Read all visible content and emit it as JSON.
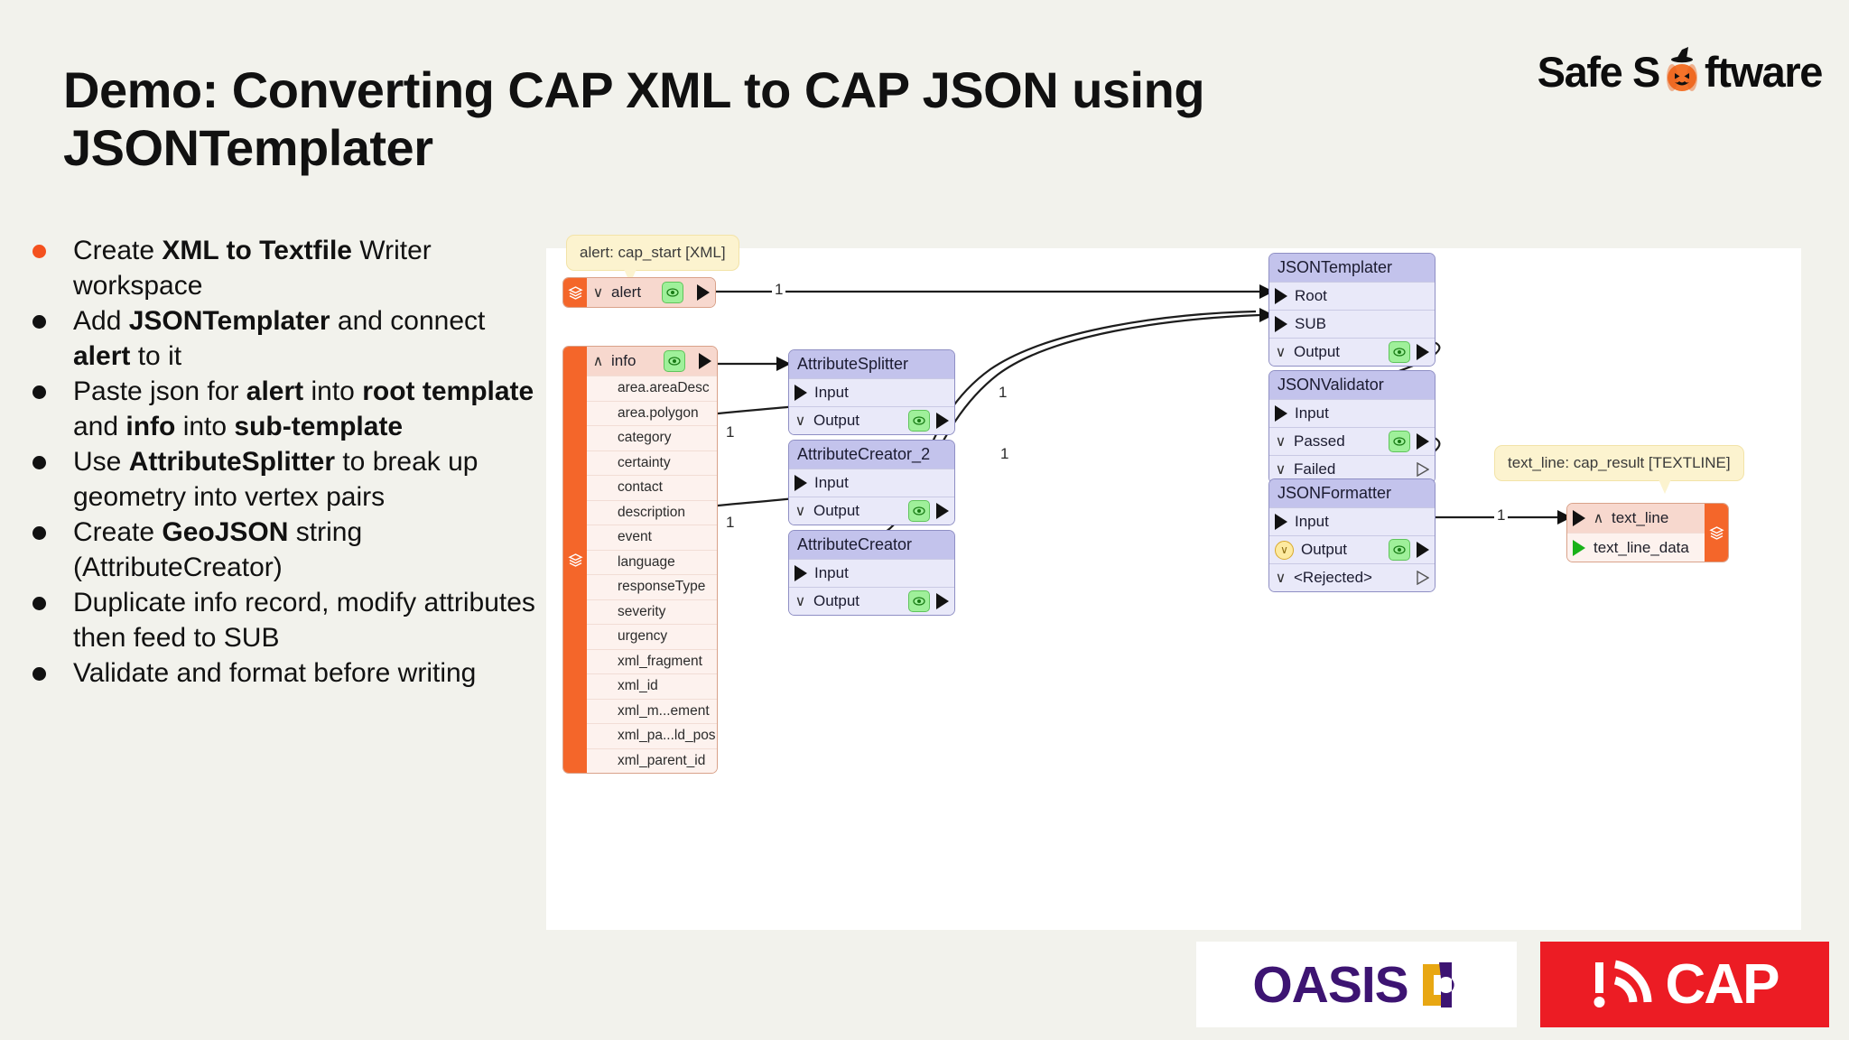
{
  "slide": {
    "title": "Demo: Converting CAP XML to CAP JSON using JSONTemplater",
    "background_color": "#f2f2ec",
    "accent_color": "#f4511e"
  },
  "brand": {
    "text_before": "Safe S",
    "text_after": "ftware",
    "icon": "pumpkin-witch-hat-icon",
    "pumpkin_color": "#f4732a",
    "hat_color": "#111111"
  },
  "bullets": [
    {
      "dot": "accent",
      "segments": [
        {
          "t": "Create ",
          "b": false
        },
        {
          "t": "XML to Textfile",
          "b": true
        },
        {
          "t": " Writer workspace",
          "b": false
        }
      ]
    },
    {
      "dot": "plain",
      "segments": [
        {
          "t": "Add ",
          "b": false
        },
        {
          "t": "JSONTemplater",
          "b": true
        },
        {
          "t": " and connect ",
          "b": false
        },
        {
          "t": "alert",
          "b": true
        },
        {
          "t": " to it",
          "b": false
        }
      ]
    },
    {
      "dot": "plain",
      "segments": [
        {
          "t": "Paste json for ",
          "b": false
        },
        {
          "t": "alert",
          "b": true
        },
        {
          "t": " into ",
          "b": false
        },
        {
          "t": "root template",
          "b": true
        },
        {
          "t": " and ",
          "b": false
        },
        {
          "t": "info",
          "b": true
        },
        {
          "t": " into ",
          "b": false
        },
        {
          "t": "sub-template",
          "b": true
        }
      ]
    },
    {
      "dot": "plain",
      "segments": [
        {
          "t": "Use ",
          "b": false
        },
        {
          "t": "AttributeSplitter",
          "b": true
        },
        {
          "t": " to break up geometry into vertex pairs",
          "b": false
        }
      ]
    },
    {
      "dot": "plain",
      "segments": [
        {
          "t": "Create ",
          "b": false
        },
        {
          "t": "GeoJSON",
          "b": true
        },
        {
          "t": " string (AttributeCreator)",
          "b": false
        }
      ]
    },
    {
      "dot": "plain",
      "segments": [
        {
          "t": "Duplicate info record, modify attributes then feed to SUB",
          "b": false
        }
      ]
    },
    {
      "dot": "plain",
      "segments": [
        {
          "t": "Validate and format before writing",
          "b": false
        }
      ]
    }
  ],
  "diagram": {
    "annotations": {
      "reader": "alert: cap_start [XML]",
      "writer": "text_line: cap_result [TEXTLINE]"
    },
    "reader_alert": {
      "name": "alert",
      "collapse_icon": "chevron-down-icon",
      "inspect_icon": "eye-icon",
      "port_icon": "output-arrow-icon"
    },
    "reader_info": {
      "name": "info",
      "collapse_icon": "chevron-up-icon",
      "inspect_icon": "eye-icon",
      "attributes": [
        "area.areaDesc",
        "area.polygon",
        "category",
        "certainty",
        "contact",
        "description",
        "event",
        "language",
        "responseType",
        "severity",
        "urgency",
        "xml_fragment",
        "xml_id",
        "xml_m...ement",
        "xml_pa...ld_pos",
        "xml_parent_id"
      ]
    },
    "transformers": [
      {
        "id": "attribute-splitter",
        "title": "AttributeSplitter",
        "ports": [
          {
            "name": "Input",
            "dir": "in",
            "icon": "solid-arrow"
          },
          {
            "name": "Output",
            "dir": "out",
            "icon": "solid-arrow",
            "eye": true
          }
        ]
      },
      {
        "id": "attribute-creator-2",
        "title": "AttributeCreator_2",
        "ports": [
          {
            "name": "Input",
            "dir": "in",
            "icon": "solid-arrow"
          },
          {
            "name": "Output",
            "dir": "out",
            "icon": "solid-arrow",
            "eye": true
          }
        ]
      },
      {
        "id": "attribute-creator",
        "title": "AttributeCreator",
        "ports": [
          {
            "name": "Input",
            "dir": "in",
            "icon": "solid-arrow"
          },
          {
            "name": "Output",
            "dir": "out",
            "icon": "solid-arrow",
            "eye": true
          }
        ]
      },
      {
        "id": "json-templater",
        "title": "JSONTemplater",
        "ports": [
          {
            "name": "Root",
            "dir": "in",
            "icon": "solid-arrow"
          },
          {
            "name": "SUB",
            "dir": "in",
            "icon": "solid-arrow"
          },
          {
            "name": "Output",
            "dir": "out",
            "icon": "solid-arrow",
            "eye": true
          }
        ]
      },
      {
        "id": "json-validator",
        "title": "JSONValidator",
        "ports": [
          {
            "name": "Input",
            "dir": "in",
            "icon": "solid-arrow"
          },
          {
            "name": "Passed",
            "dir": "out",
            "icon": "solid-arrow",
            "eye": true
          },
          {
            "name": "Failed",
            "dir": "out",
            "icon": "hollow-arrow"
          }
        ]
      },
      {
        "id": "json-formatter",
        "title": "JSONFormatter",
        "ports": [
          {
            "name": "Input",
            "dir": "in",
            "icon": "solid-arrow"
          },
          {
            "name": "Output",
            "dir": "out",
            "icon": "solid-arrow",
            "eye": true,
            "badge": "warning-icon"
          },
          {
            "name": "<Rejected>",
            "dir": "out",
            "icon": "hollow-arrow"
          }
        ]
      }
    ],
    "writer": {
      "name": "text_line",
      "collapse_icon": "chevron-up-icon",
      "rows": [
        "text_line_data"
      ]
    },
    "wire_labels": [
      "1",
      "1",
      "1",
      "1",
      "1",
      "1",
      "1"
    ]
  },
  "footer": {
    "oasis": {
      "word": "OASIS",
      "icon": "oasis-mark-icon",
      "color": "#3d1472",
      "accent": "#e8a713"
    },
    "cap": {
      "word": "CAP",
      "icon": "cap-alert-broadcast-icon",
      "background": "#ec1c24",
      "color": "#ffffff"
    }
  }
}
